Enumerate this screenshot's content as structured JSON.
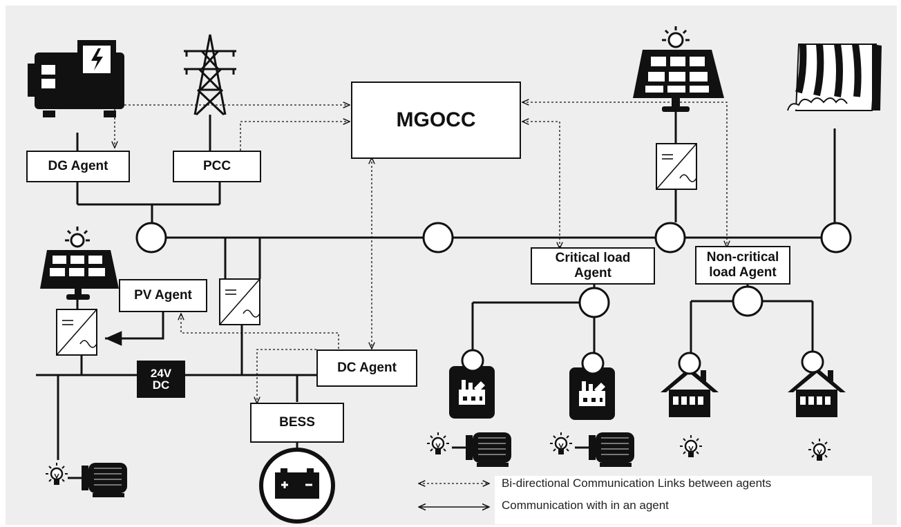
{
  "agents": {
    "mgocc": "MGOCC",
    "dg_agent": "DG Agent",
    "pcc": "PCC",
    "pv_agent": "PV Agent",
    "dc_agent": "DC Agent",
    "bess": "BESS",
    "critical_load_agent": "Critical load Agent",
    "noncritical_load_agent": "Non-critical load Agent"
  },
  "dc_bus_label": "24V DC",
  "legend": {
    "dotted": "Bi-directional Communication Links between agents",
    "solid": "Communication with in an agent"
  },
  "colors": {
    "line": "#111111",
    "background": "#eeeeee"
  }
}
